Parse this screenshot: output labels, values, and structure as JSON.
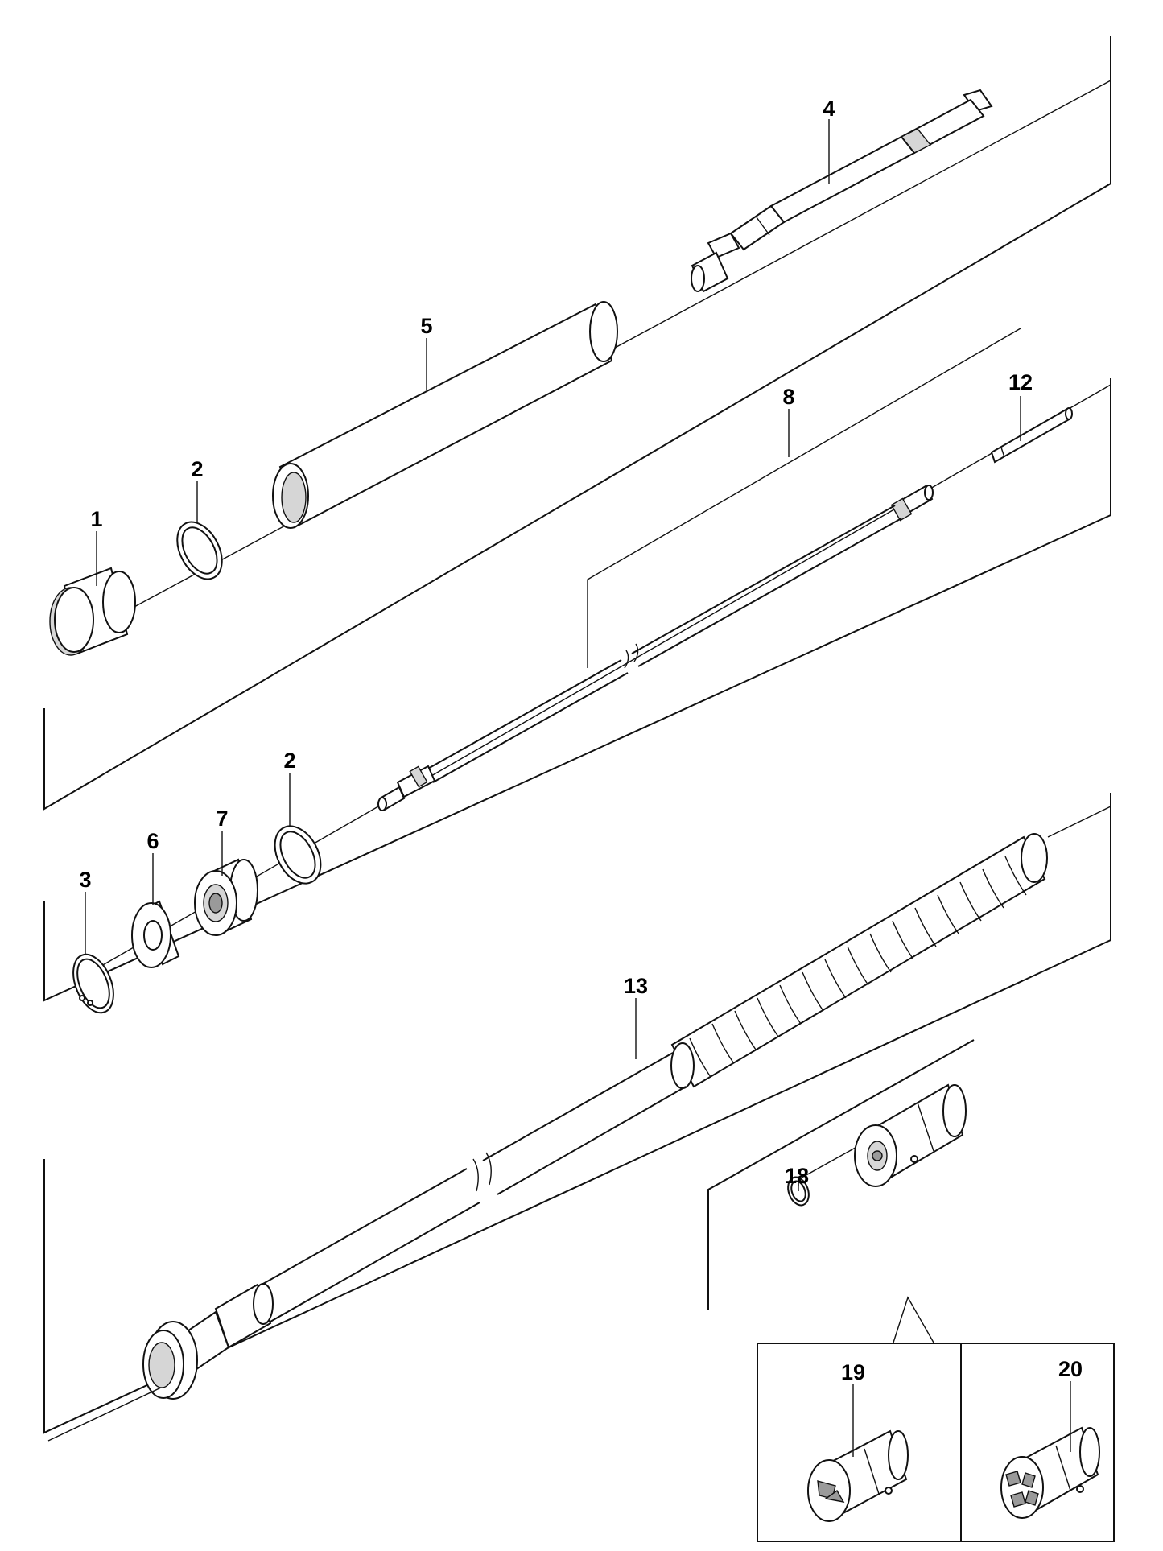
{
  "callouts": {
    "c1": "1",
    "c2a": "2",
    "c2b": "2",
    "c3": "3",
    "c4": "4",
    "c5": "5",
    "c6": "6",
    "c7": "7",
    "c8": "8",
    "c12": "12",
    "c13": "13",
    "c18": "18",
    "c19": "19",
    "c20": "20"
  }
}
